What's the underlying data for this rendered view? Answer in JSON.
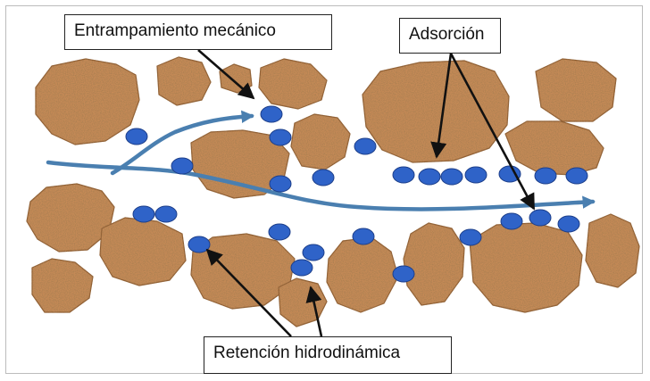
{
  "labels": {
    "mechanical_trapping": "Entrampamiento mecánico",
    "adsorption": "Adsorción",
    "hydrodynamic_retention": "Retención hidrodinámica"
  },
  "colors": {
    "rock_base": "#c58a57",
    "rock_dark": "#8e5a2f",
    "rock_light": "#dcae80",
    "particle": "#2f63c8",
    "particle_edge": "#1d3f8a",
    "flow_arrow": "#4a7fb0",
    "pointer_arrow": "#111111",
    "label_border": "#222222"
  },
  "icons": {
    "rock": "rock-grain",
    "particle": "polymer-particle-ellipse",
    "flow": "flow-path-arrow",
    "pointer": "pointer-arrow"
  }
}
